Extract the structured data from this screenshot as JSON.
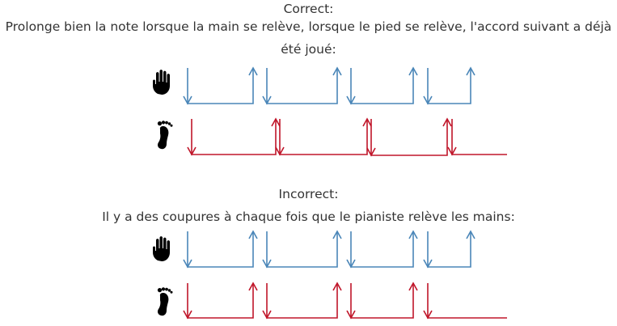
{
  "correct": {
    "title": "Correct:",
    "description_line1": "Prolonge bien la note lorsque la main se relève, lorsque le pied se relève, l'accord suivant a déjà",
    "description_line2": "été joué:"
  },
  "incorrect": {
    "title": "Incorrect:",
    "description": "Il y a des coupures à chaque fois que le pianiste relève les mains:"
  },
  "icons": {
    "hand": "hand-icon",
    "foot": "foot-icon"
  },
  "colors": {
    "hand_line": "#4a86b8",
    "foot_line": "#c0162a",
    "icon": "#000000",
    "text": "#333333"
  }
}
